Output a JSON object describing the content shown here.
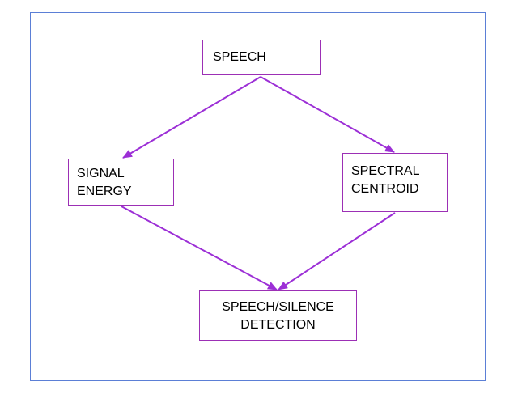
{
  "nodes": {
    "speech": {
      "lines": [
        "SPEECH"
      ]
    },
    "signal_energy": {
      "lines": [
        "SIGNAL",
        "ENERGY"
      ]
    },
    "spectral_centroid": {
      "lines": [
        "SPECTRAL",
        "CENTROID"
      ]
    },
    "detection": {
      "lines": [
        "SPEECH/SILENCE",
        "DETECTION"
      ]
    }
  },
  "edges": [
    {
      "from": "speech",
      "to": "signal_energy"
    },
    {
      "from": "speech",
      "to": "spectral_centroid"
    },
    {
      "from": "signal_energy",
      "to": "detection"
    },
    {
      "from": "spectral_centroid",
      "to": "detection"
    }
  ],
  "colors": {
    "frame": "#5b7fd6",
    "node_border": "#9c2fb5",
    "arrow": "#9c2fd6"
  }
}
